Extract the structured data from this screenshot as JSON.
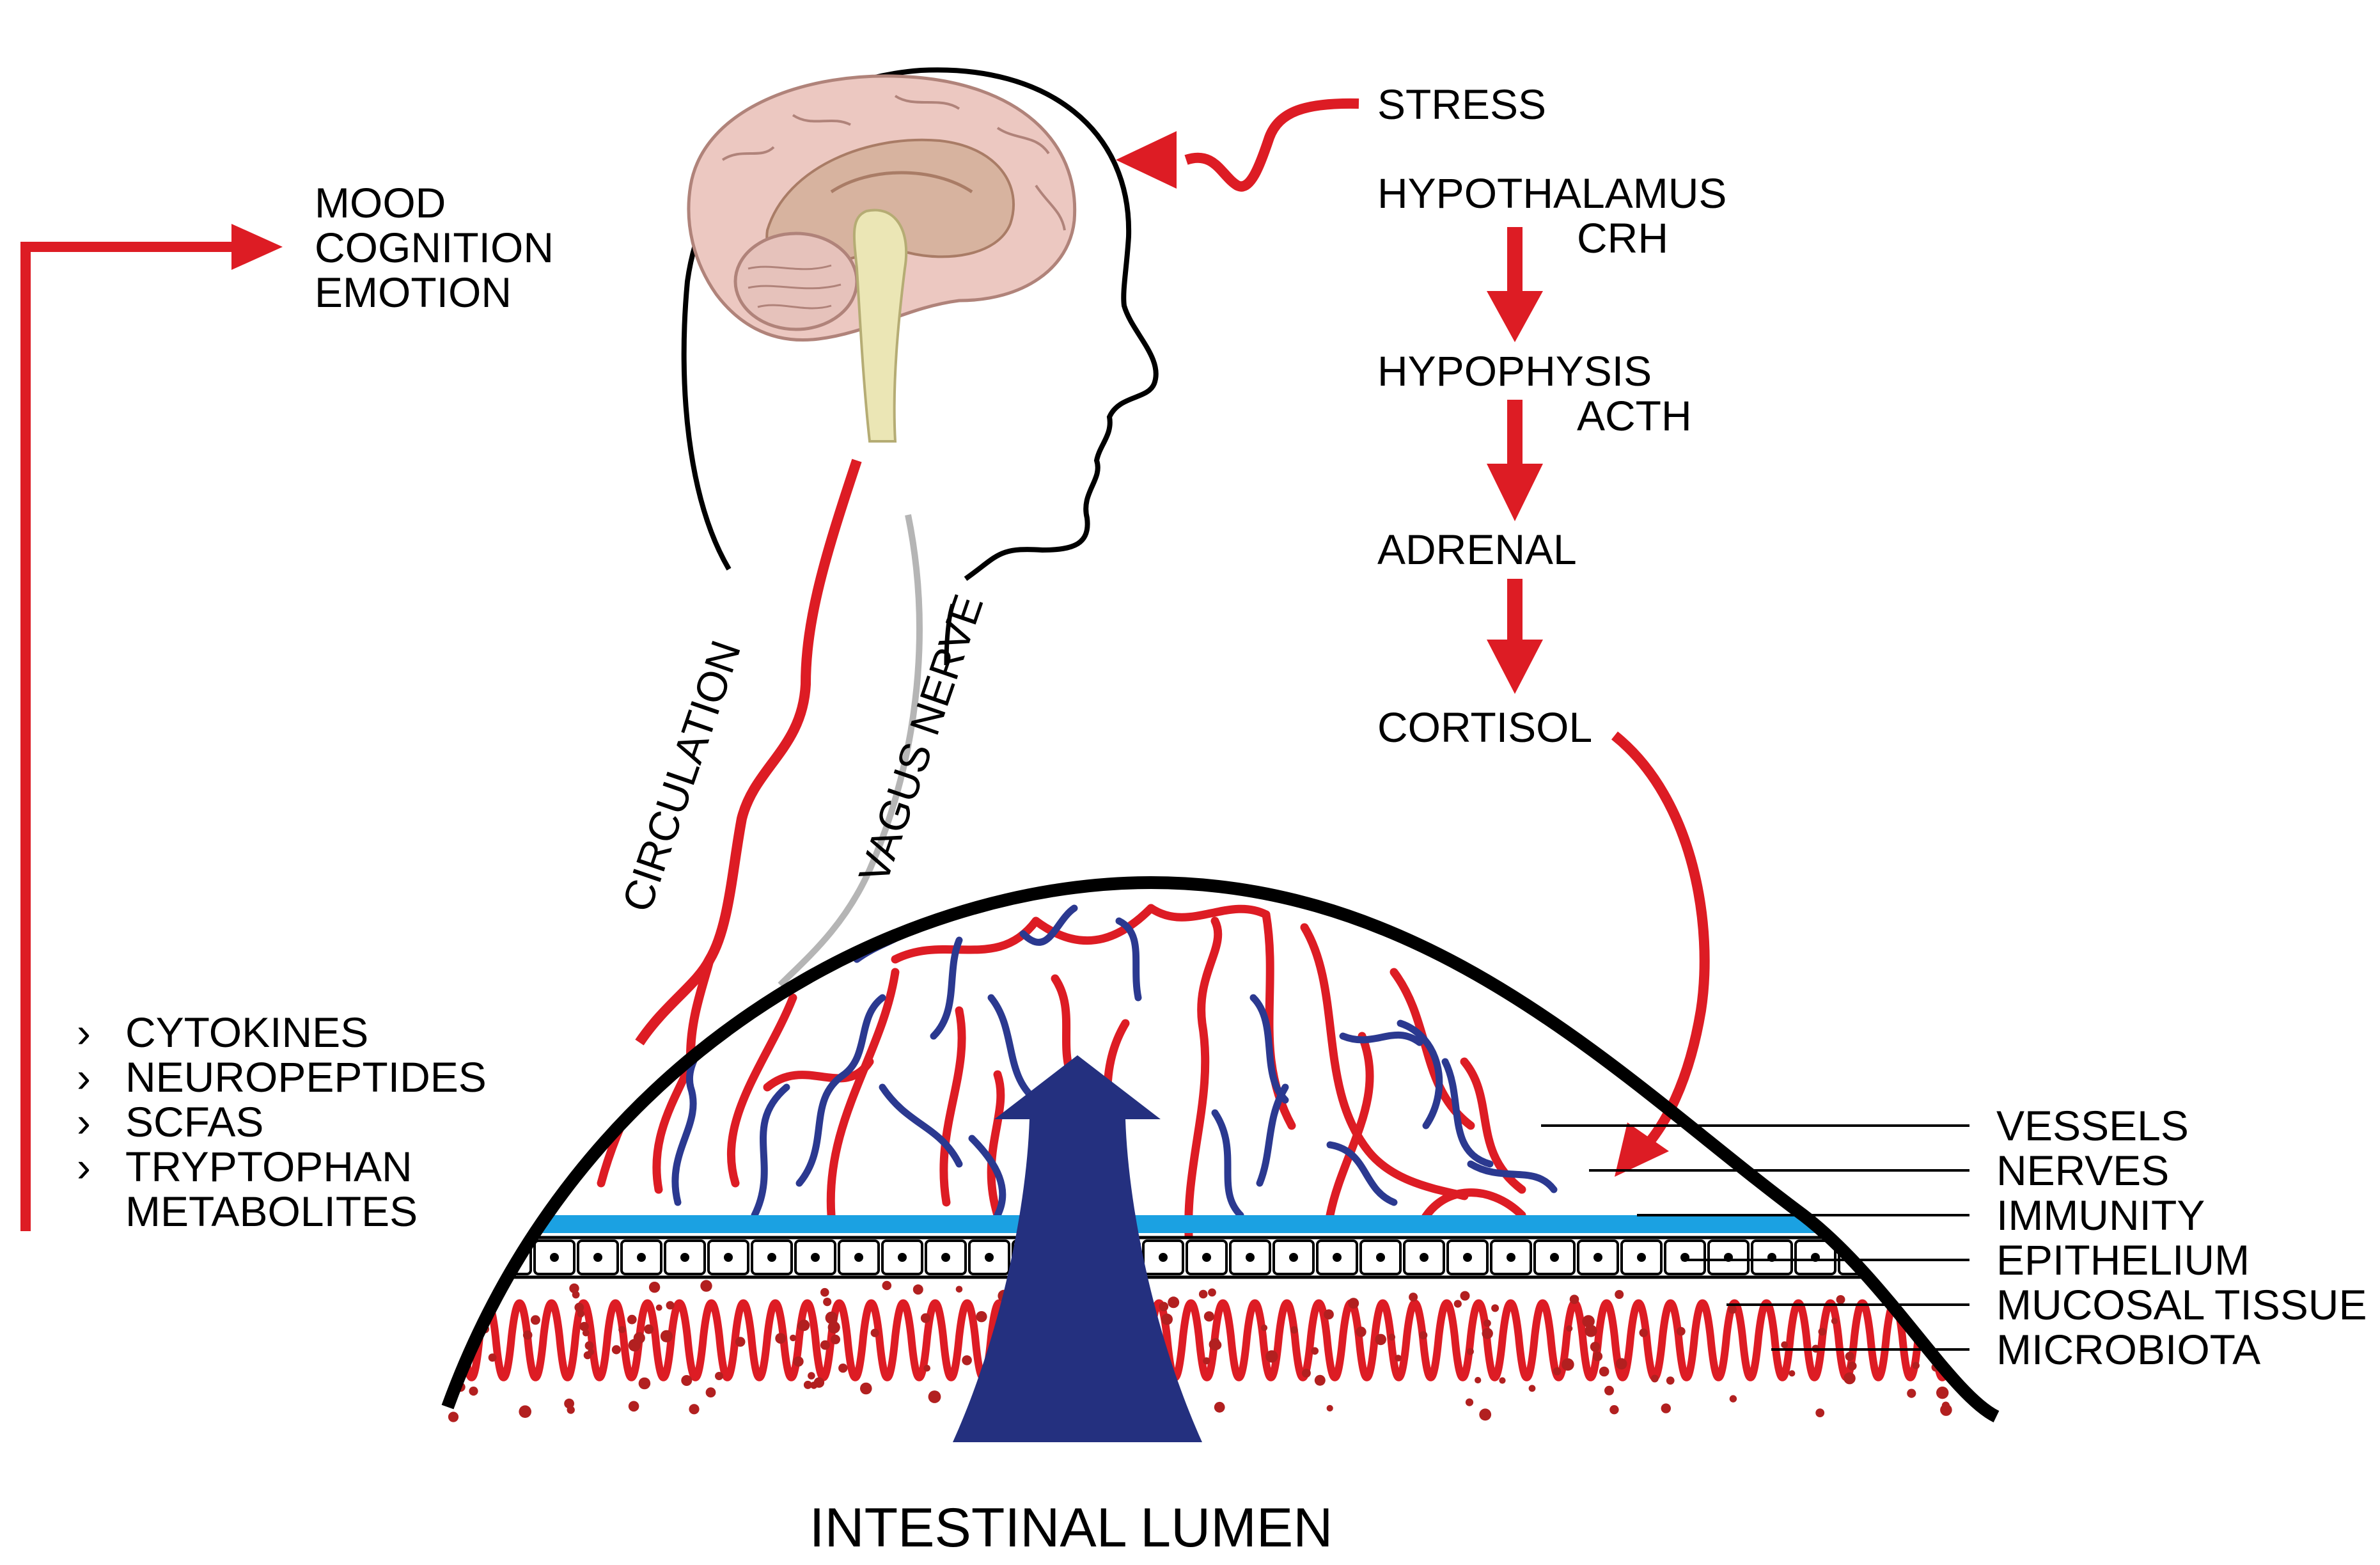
{
  "colors": {
    "accent": "#dd1c24",
    "nerve": "#2b3990",
    "immunity": "#1ba1e2",
    "brain_cortex": "#ecc8c1",
    "brain_inner": "#d7b39f",
    "spinal": "#ebe6b5",
    "vagus": "#b5b5b5",
    "outline": "#000000",
    "lumen_arrow": "#24307f"
  },
  "labels": {
    "mood": "MOOD",
    "cognition": "COGNITION",
    "emotion": "EMOTION",
    "stress": "STRESS",
    "hypothalamus": "HYPOTHALAMUS",
    "crh": "CRH",
    "hypophysis": "HYPOPHYSIS",
    "acth": "ACTH",
    "adrenal": "ADRENAL",
    "cortisol": "CORTISOL",
    "circulation": "CIRCULATION",
    "vagus_nerve": "VAGUS NERVE",
    "intestinal_lumen": "INTESTINAL LUMEN"
  },
  "mediators": {
    "bullet": "›",
    "items": [
      "CYTOKINES",
      "NEUROPEPTIDES",
      "SCFAS",
      "TRYPTOPHAN",
      "METABOLITES"
    ]
  },
  "layers": [
    "VESSELS",
    "NERVES",
    "IMMUNITY",
    "EPITHELIUM",
    "MUCOSAL TISSUE",
    "MICROBIOTA"
  ],
  "icons": {
    "brain": "brain-icon",
    "head": "head-silhouette-icon",
    "lumen_arrow": "up-arrow-icon"
  }
}
